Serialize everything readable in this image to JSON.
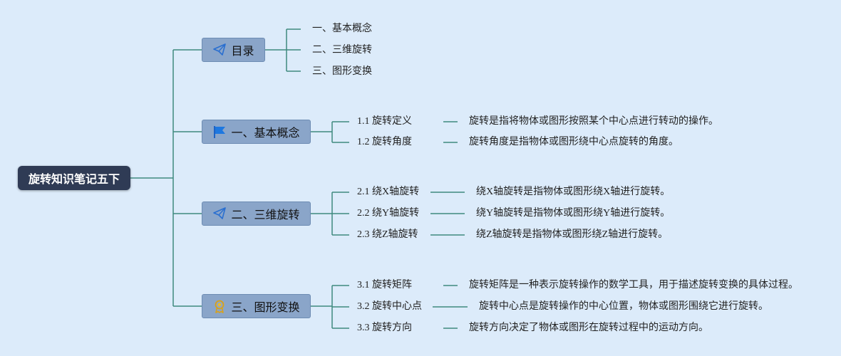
{
  "root": {
    "label": "旋转知识笔记五下"
  },
  "toc": {
    "label": "目录",
    "icon": "paper-plane-icon",
    "items": [
      "一、基本概念",
      "二、三维旋转",
      "三、图形变换"
    ]
  },
  "sections": [
    {
      "label": "一、基本概念",
      "icon": "flag-icon",
      "items": [
        {
          "title": "1.1 旋转定义",
          "desc": "旋转是指将物体或图形按照某个中心点进行转动的操作。"
        },
        {
          "title": "1.2 旋转角度",
          "desc": "旋转角度是指物体或图形绕中心点旋转的角度。"
        }
      ]
    },
    {
      "label": "二、三维旋转",
      "icon": "paper-plane-icon",
      "items": [
        {
          "title": "2.1 绕X轴旋转",
          "desc": "绕X轴旋转是指物体或图形绕X轴进行旋转。"
        },
        {
          "title": "2.2 绕Y轴旋转",
          "desc": "绕Y轴旋转是指物体或图形绕Y轴进行旋转。"
        },
        {
          "title": "2.3 绕Z轴旋转",
          "desc": "绕Z轴旋转是指物体或图形绕Z轴进行旋转。"
        }
      ]
    },
    {
      "label": "三、图形变换",
      "icon": "award-ribbon-icon",
      "items": [
        {
          "title": "3.1 旋转矩阵",
          "desc": "旋转矩阵是一种表示旋转操作的数学工具，用于描述旋转变换的具体过程。"
        },
        {
          "title": "3.2 旋转中心点",
          "desc": "旋转中心点是旋转操作的中心位置，物体或图形围绕它进行旋转。"
        },
        {
          "title": "3.3 旋转方向",
          "desc": "旋转方向决定了物体或图形在旋转过程中的运动方向。"
        }
      ]
    }
  ],
  "colors": {
    "background": "#dcebfa",
    "connector": "#3f8a7e",
    "root_fill": "#2f3b55",
    "branch_fill": "#8aa5c9"
  }
}
